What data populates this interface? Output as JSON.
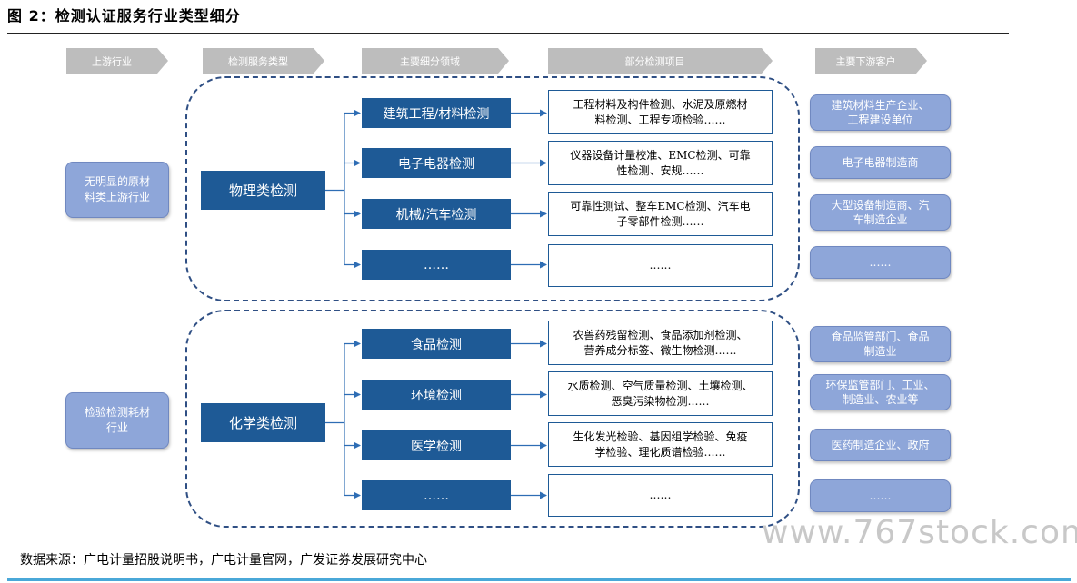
{
  "title": "图 2：检测认证服务行业类型细分",
  "source": "数据来源：广电计量招股说明书，广电计量官网，广发证券发展研究中心",
  "watermark": "www.767stock.com",
  "headers": [
    "上游行业",
    "检测服务类型",
    "主要细分领域",
    "部分检测项目",
    "主要下游客户"
  ],
  "groups": [
    {
      "upstream": [
        "无明显的原材",
        "料类上游行业"
      ],
      "service": "物理类检测",
      "rows": [
        {
          "field": "建筑工程/材料检测",
          "items": [
            "工程材料及构件检测、水泥及原燃材",
            "料检测、工程专项检验……"
          ],
          "client": [
            "建筑材料生产企业、",
            "工程建设单位"
          ]
        },
        {
          "field": "电子电器检测",
          "items": [
            "仪器设备计量校准、EMC检测、可靠",
            "性检测、安规……"
          ],
          "client": [
            "电子电器制造商"
          ]
        },
        {
          "field": "机械/汽车检测",
          "items": [
            "可靠性测试、整车EMC检测、汽车电",
            "子零部件检测……"
          ],
          "client": [
            "大型设备制造商、汽",
            "车制造企业"
          ]
        },
        {
          "field": "……",
          "items": [
            "……"
          ],
          "client": [
            "……"
          ]
        }
      ]
    },
    {
      "upstream": [
        "检验检测耗材",
        "行业"
      ],
      "service": "化学类检测",
      "rows": [
        {
          "field": "食品检测",
          "items": [
            "农兽药残留检测、食品添加剂检测、",
            "营养成分标签、微生物检测……"
          ],
          "client": [
            "食品监管部门、食品",
            "制造业"
          ]
        },
        {
          "field": "环境检测",
          "items": [
            "水质检测、空气质量检测、土壤检测、",
            "恶臭污染物检测……"
          ],
          "client": [
            "环保监管部门、工业、",
            "制造业、农业等"
          ]
        },
        {
          "field": "医学检测",
          "items": [
            "生化发光检验、基因组学检验、免疫",
            "学检验、理化质谱检验……"
          ],
          "client": [
            "医药制造企业、政府"
          ]
        },
        {
          "field": "……",
          "items": [
            "……"
          ],
          "client": [
            "……"
          ]
        }
      ]
    }
  ]
}
